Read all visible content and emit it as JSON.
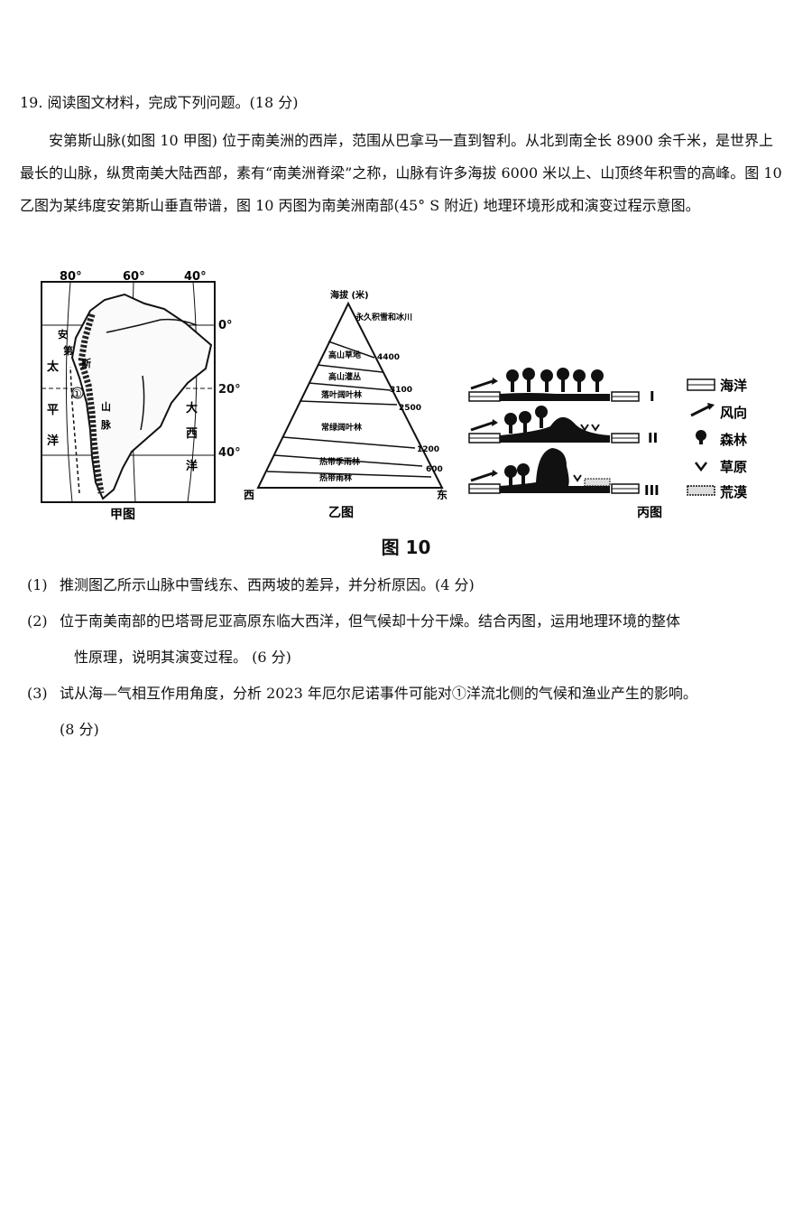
{
  "question": {
    "header": "19. 阅读图文材料，完成下列问题。(18 分)",
    "intro": "安第斯山脉(如图 10 甲图) 位于南美洲的西岸，范围从巴拿马一直到智利。从北到南全长 8900 余千米，是世界上最长的山脉，纵贯南美大陆西部，素有“南美洲脊梁”之称，山脉有许多海拔 6000 米以上、山顶终年积雪的高峰。图 10 乙图为某纬度安第斯山垂直带谱，图 10 丙图为南美洲南部(45° S 附近) 地理环境形成和演变过程示意图。"
  },
  "figure": {
    "title": "图 10",
    "map": {
      "caption": "甲图",
      "lon_labels": [
        "80°",
        "60°",
        "40°"
      ],
      "lat_labels": [
        "0°",
        "20°",
        "40°"
      ],
      "pacific_label": [
        "太",
        "平",
        "洋"
      ],
      "atlantic_label": [
        "大",
        "西",
        "洋"
      ],
      "andes_label": [
        "安",
        "第",
        "斯",
        "山",
        "脉"
      ],
      "current_marker": "①"
    },
    "zonation": {
      "caption": "乙图",
      "axis_label": "海拔 (米)",
      "west": "西",
      "east": "东",
      "zones": [
        "永久积雪和冰川",
        "高山草地",
        "高山灌丛",
        "落叶阔叶林",
        "常绿阔叶林",
        "热带季雨林",
        "热带雨林"
      ],
      "elevations": [
        "4400",
        "3100",
        "2500",
        "1200",
        "600"
      ]
    },
    "evolution": {
      "caption": "丙图",
      "stages": [
        "I",
        "II",
        "III"
      ],
      "legend": [
        "海洋",
        "风向",
        "森林",
        "草原",
        "荒漠"
      ]
    }
  },
  "subquestions": [
    {
      "num": "(1)",
      "text": "推测图乙所示山脉中雪线东、西两坡的差异，并分析原因。(4 分)"
    },
    {
      "num": "(2)",
      "line1": "位于南美南部的巴塔哥尼亚高原东临大西洋，但气候却十分干燥。结合丙图，运用地理环境的整体",
      "line2": "性原理，说明其演变过程。 (6 分)"
    },
    {
      "num": "(3)",
      "line1": "试从海—气相互作用角度，分析 2023 年厄尔尼诺事件可能对①洋流北侧的气候和渔业产生的影响。",
      "line2": "(8 分)"
    }
  ]
}
